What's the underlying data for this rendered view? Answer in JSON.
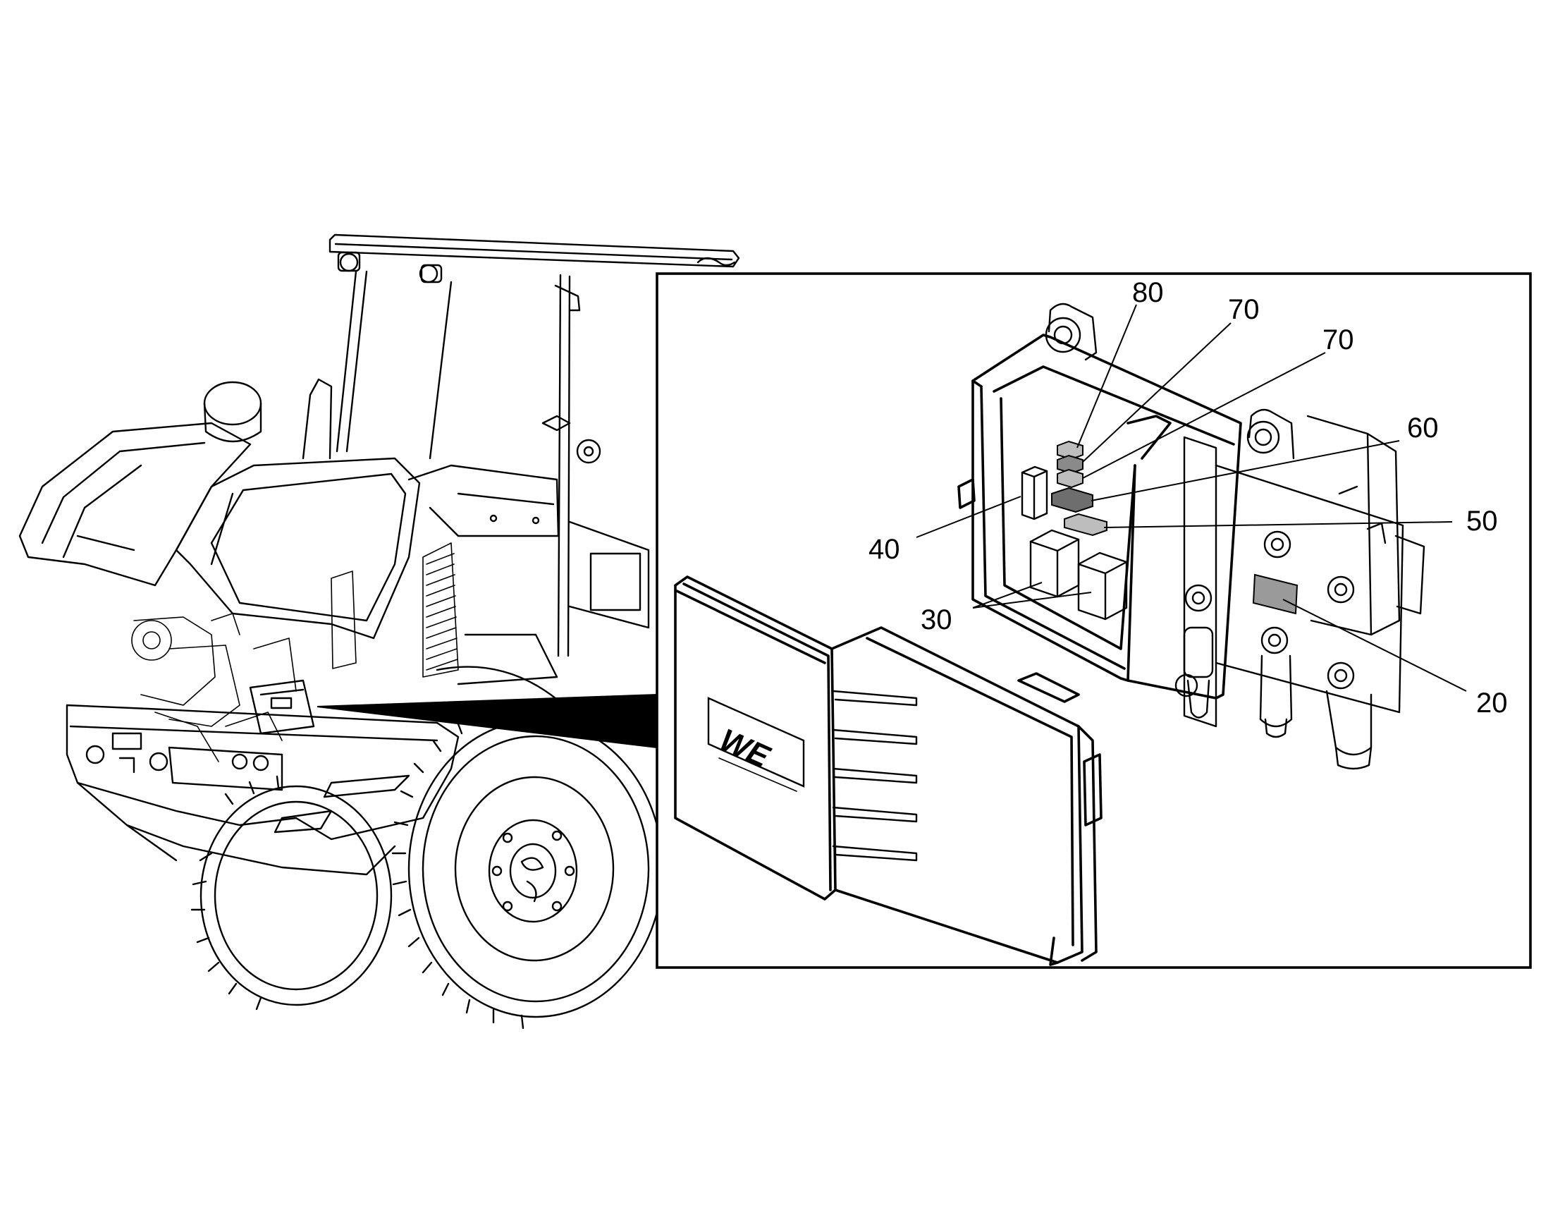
{
  "callouts": {
    "c80": "80",
    "c70a": "70",
    "c70b": "70",
    "c60": "60",
    "c50": "50",
    "c40": "40",
    "c30": "30",
    "c20": "20"
  },
  "cover_logo": "WE",
  "colors": {
    "ink": "#000000",
    "relay_light": "#bdbdbd",
    "relay_mid": "#8a8a8a",
    "relay_dark": "#6e6e6e",
    "shunt": "#9a9a9a"
  }
}
